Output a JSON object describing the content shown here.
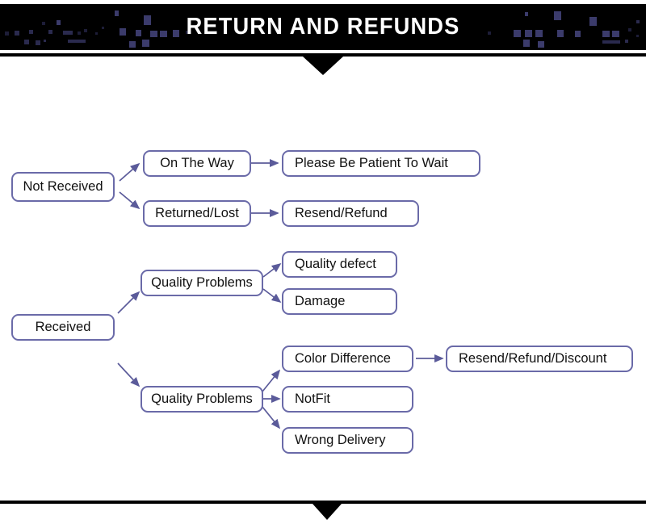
{
  "header": {
    "title": "RETURN AND REFUNDS",
    "background_color": "#000000",
    "text_color": "#ffffff",
    "pixel_color": "#3b3b6b"
  },
  "theme": {
    "node_border_color": "#6a6aa8",
    "node_fill_color": "#ffffff",
    "arrow_color": "#5b5b9a",
    "text_color": "#111111",
    "rule_color": "#000000"
  },
  "flowchart": {
    "type": "decision-tree",
    "nodes": {
      "not_received": "Not Received",
      "on_the_way": "On  The  Way",
      "returned_lost": "Returned/Lost",
      "please_wait": "Please Be Patient To Wait",
      "resend_refund": "Resend/Refund",
      "received": "Received",
      "quality_problems_1": "Quality Problems",
      "quality_defect": "Quality defect",
      "damage": "Damage",
      "quality_problems_2": "Quality Problems",
      "color_difference": "Color  Difference",
      "not_fit": "NotFit",
      "wrong_delivery": "Wrong Delivery",
      "resend_refund_discount": "Resend/Refund/Discount"
    },
    "edges": [
      {
        "from": "not_received",
        "to": "on_the_way"
      },
      {
        "from": "not_received",
        "to": "returned_lost"
      },
      {
        "from": "on_the_way",
        "to": "please_wait"
      },
      {
        "from": "returned_lost",
        "to": "resend_refund"
      },
      {
        "from": "received",
        "to": "quality_problems_1"
      },
      {
        "from": "received",
        "to": "quality_problems_2"
      },
      {
        "from": "quality_problems_1",
        "to": "quality_defect"
      },
      {
        "from": "quality_problems_1",
        "to": "damage"
      },
      {
        "from": "quality_problems_2",
        "to": "color_difference"
      },
      {
        "from": "quality_problems_2",
        "to": "not_fit"
      },
      {
        "from": "quality_problems_2",
        "to": "wrong_delivery"
      },
      {
        "from": "color_difference",
        "to": "resend_refund_discount"
      }
    ]
  }
}
